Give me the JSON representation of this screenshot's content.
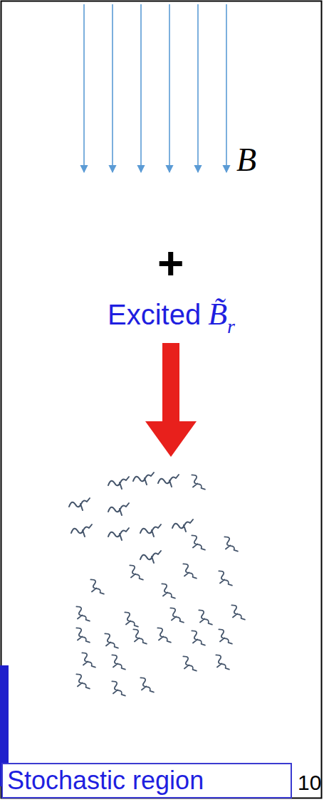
{
  "diagram": {
    "nodes": [
      {
        "text": [
          "Stochastic region"
        ]
      }
    ],
    "labels": [
      "B⃗",
      "+",
      "Excited",
      "B̃",
      "r",
      "10"
    ]
  }
}
